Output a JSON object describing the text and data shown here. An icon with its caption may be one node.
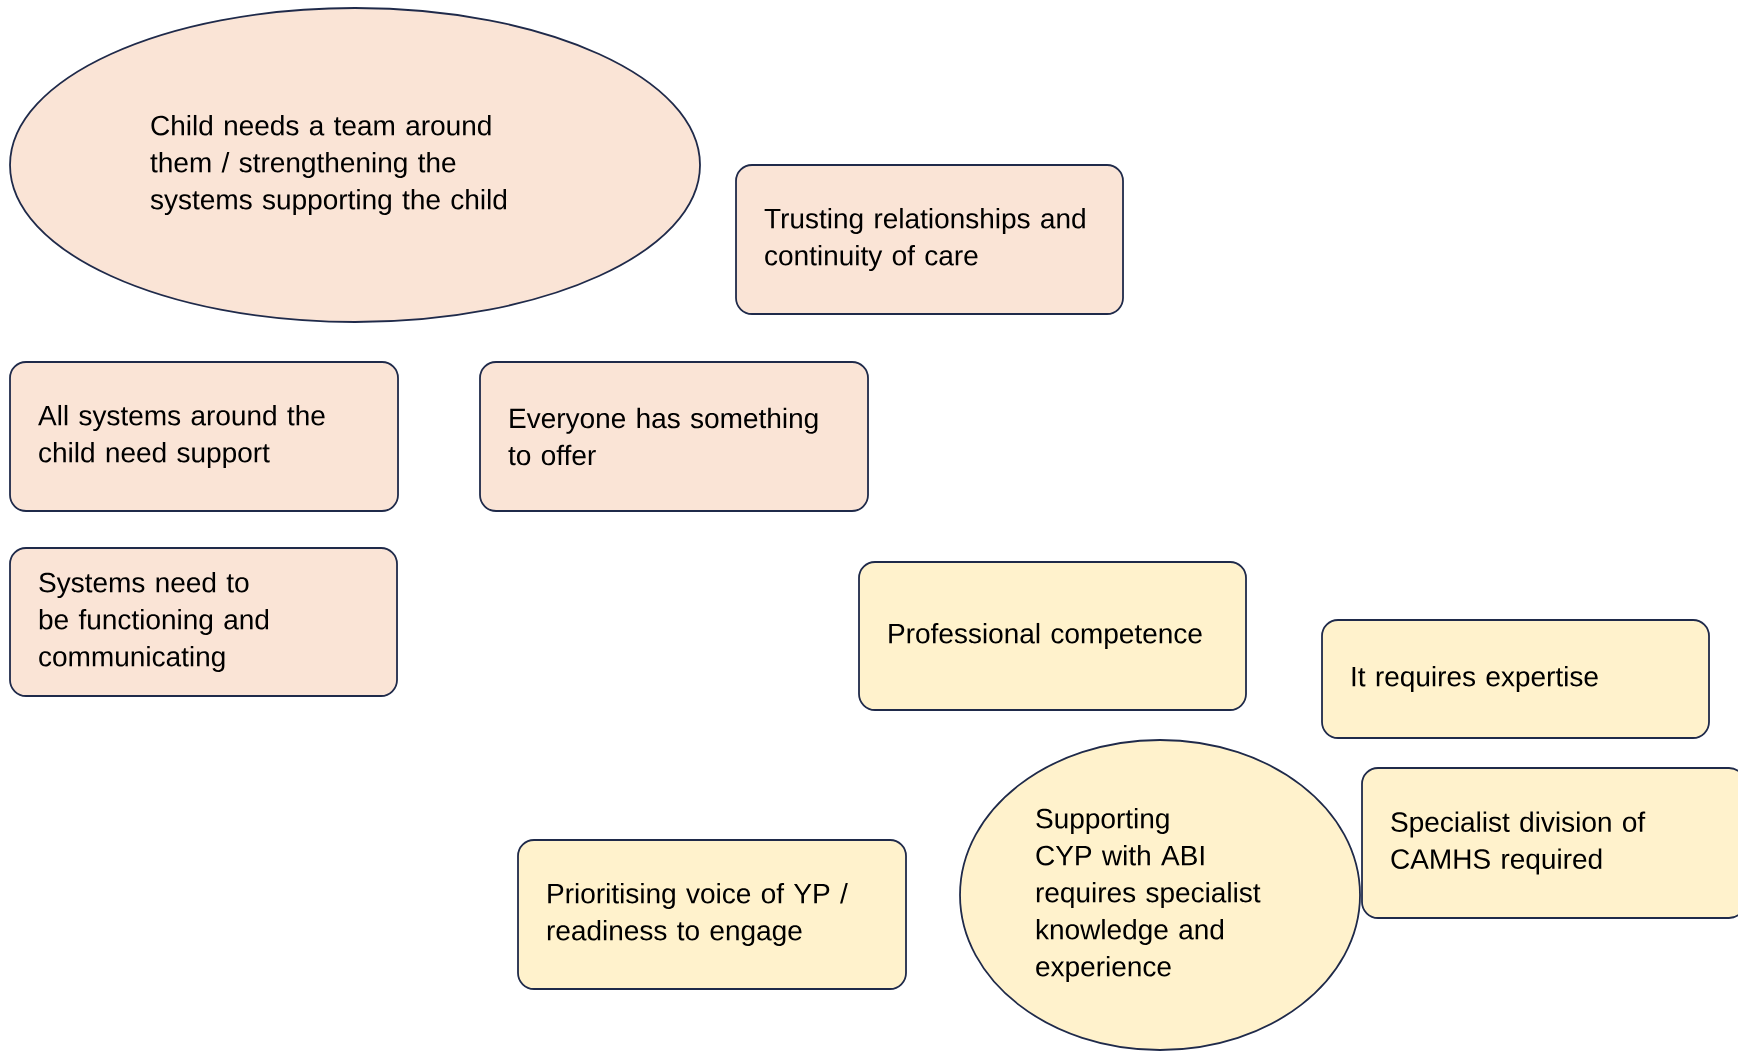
{
  "diagram": {
    "nodes": [
      {
        "text": [
          "Child needs a team around them / strengthening the systems supporting the child"
        ]
      },
      {
        "text": [
          "Trusting relationships and continuity of care"
        ]
      },
      {
        "text": [
          "All systems around the child need support"
        ]
      },
      {
        "text": [
          "Everyone has something to offer"
        ]
      },
      {
        "text": [
          "Systems need to be functioning and communicating"
        ]
      },
      {
        "text": [
          "Professional competence"
        ]
      },
      {
        "text": [
          "It requires expertise"
        ]
      },
      {
        "text": [
          "Supporting CYP with ABI requires specialist knowledge and experience"
        ]
      },
      {
        "text": [
          "Specialist division of CAMHS required"
        ]
      },
      {
        "text": [
          "Prioritising voice of YP / readiness to engage"
        ]
      }
    ]
  }
}
